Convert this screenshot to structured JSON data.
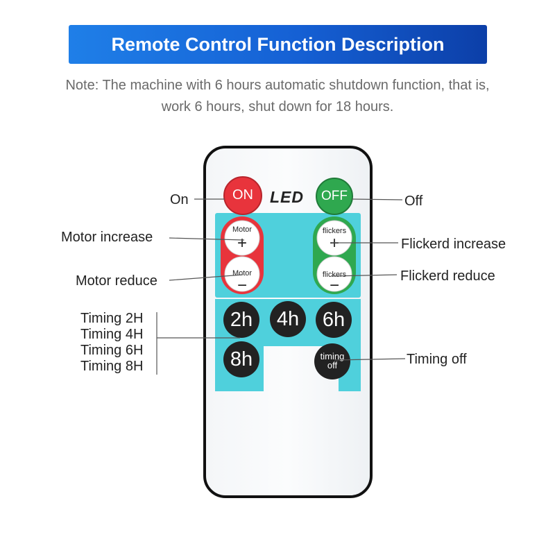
{
  "header": {
    "title": "Remote Control Function Description",
    "note_line1": "Note: The machine with 6 hours automatic shutdown function, that is,",
    "note_line2": "work 6 hours, shut down for 18 hours."
  },
  "remote": {
    "on_button": "ON",
    "off_button": "OFF",
    "brand": "LED",
    "motor_plus_text": "Motor",
    "motor_minus_text": "Motor",
    "flickers_plus_text": "flickers",
    "flickers_minus_text": "flickers",
    "plus_sign": "+",
    "minus_sign": "−",
    "timer_2h": "2h",
    "timer_4h": "4h",
    "timer_6h": "6h",
    "timer_8h": "8h",
    "timing_off_line1": "timing",
    "timing_off_line2": "off"
  },
  "labels": {
    "on": "On",
    "off": "Off",
    "motor_increase": "Motor increase",
    "motor_reduce": "Motor reduce",
    "flickerd_increase": "Flickerd increase",
    "flickerd_reduce": "Flickerd reduce",
    "timing_2h": "Timing 2H",
    "timing_4h": "Timing 4H",
    "timing_6h": "Timing 6H",
    "timing_8h": "Timing 8H",
    "timing_off": "Timing off"
  },
  "colors": {
    "banner": "#1560d4",
    "on_red": "#e8343c",
    "off_green": "#2fa84f",
    "panel_cyan": "#4fd0dc",
    "timer_dark": "#222222"
  }
}
